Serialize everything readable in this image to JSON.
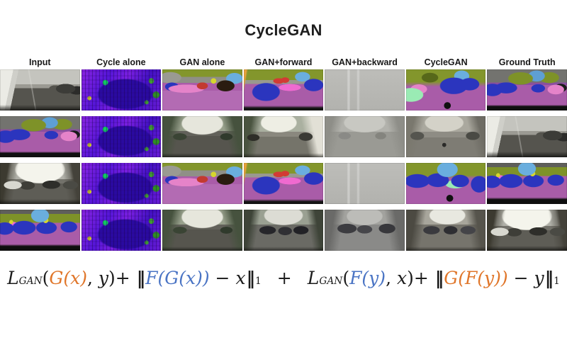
{
  "title": "CycleGAN",
  "columns": [
    "Input",
    "Cycle alone",
    "GAN alone",
    "GAN+forward",
    "GAN+backward",
    "CycleGAN",
    "Ground Truth"
  ],
  "grid": {
    "rows": [
      {
        "cells": [
          {
            "kind": "photo-street-a",
            "desc": "grayscale city street photo, white buildings left, parked cars right"
          },
          {
            "kind": "noise-purple",
            "desc": "noisy purple-blue failure output with green speckles"
          },
          {
            "kind": "seg-gan",
            "desc": "collapsed label map, olive top and magenta road with pink streaks"
          },
          {
            "kind": "seg-ganf",
            "desc": "label map with olive top, blue box, red flecks, magenta road"
          },
          {
            "kind": "gray-blank",
            "desc": "near-uniform gray output"
          },
          {
            "kind": "seg-a-cyc",
            "desc": "label map, olive top, blue cars, mint sidewalk, purple road"
          },
          {
            "kind": "seg-a",
            "desc": "ground-truth label map, olive and gray top, blue cars, purple road, black hood"
          }
        ]
      },
      {
        "cells": [
          {
            "kind": "seg-a",
            "desc": "input label map of street scene A"
          },
          {
            "kind": "noise-purple",
            "desc": "noisy purple-blue failure output"
          },
          {
            "kind": "photo-gan",
            "desc": "generated street photo with trees and gray road"
          },
          {
            "kind": "photo-ganf-a",
            "desc": "generated street photo, bright building right"
          },
          {
            "kind": "photo-gray-a",
            "desc": "washed-out low-contrast gray street photo"
          },
          {
            "kind": "photo-cyc-a",
            "desc": "generated grayish street photo"
          },
          {
            "kind": "photo-street-a",
            "desc": "ground-truth street photo of scene A"
          }
        ]
      },
      {
        "cells": [
          {
            "kind": "photo-street-b",
            "desc": "sunny street photo with cars on both sides"
          },
          {
            "kind": "noise-purple",
            "desc": "noisy purple-blue failure output"
          },
          {
            "kind": "seg-gan",
            "desc": "collapsed label map, magenta dominant"
          },
          {
            "kind": "seg-ganf",
            "desc": "label map with blue box and red flecks"
          },
          {
            "kind": "gray-blank",
            "desc": "near-uniform gray output"
          },
          {
            "kind": "seg-b-cyc",
            "desc": "label map, olive trees, sky patch, blue cars, purple road"
          },
          {
            "kind": "seg-b",
            "desc": "ground-truth label map of street scene B"
          }
        ]
      },
      {
        "cells": [
          {
            "kind": "seg-b",
            "desc": "input label map of street scene B"
          },
          {
            "kind": "noise-purple",
            "desc": "noisy purple-blue failure output"
          },
          {
            "kind": "photo-gan",
            "desc": "generated street photo with trees"
          },
          {
            "kind": "photo-ganf-b",
            "desc": "generated street photo with dark cars"
          },
          {
            "kind": "photo-gray-b",
            "desc": "blurry gray street photo with car blobs"
          },
          {
            "kind": "photo-cyc-b",
            "desc": "generated street photo with cars"
          },
          {
            "kind": "photo-street-b",
            "desc": "ground-truth sunny street photo of scene B"
          }
        ]
      }
    ]
  },
  "formula": {
    "text": "L_GAN(G(x), y)+ ‖F(G(x)) − x‖₁  +  L_GAN(F(y), x)+ ‖G(F(y)) − y‖₁",
    "segments": [
      {
        "t": "L",
        "c": "lvar"
      },
      {
        "t": "GAN",
        "c": "sub"
      },
      {
        "t": "(",
        "c": "up"
      },
      {
        "t": "G(x)",
        "c": "orange"
      },
      {
        "t": ", ",
        "c": "up"
      },
      {
        "t": "y",
        "c": "var"
      },
      {
        "t": ")+ ",
        "c": "up"
      },
      {
        "t": "‖",
        "c": "bars"
      },
      {
        "t": "F(G(x))",
        "c": "blue"
      },
      {
        "t": " − ",
        "c": "op"
      },
      {
        "t": "x",
        "c": "var"
      },
      {
        "t": "‖",
        "c": "bars"
      },
      {
        "t": "1",
        "c": "nsub"
      },
      {
        "t": "+",
        "c": "plus"
      },
      {
        "t": "L",
        "c": "lvar"
      },
      {
        "t": "GAN",
        "c": "sub"
      },
      {
        "t": "(",
        "c": "up"
      },
      {
        "t": "F(y)",
        "c": "blue"
      },
      {
        "t": ", ",
        "c": "up"
      },
      {
        "t": "x",
        "c": "var"
      },
      {
        "t": ")+ ",
        "c": "up"
      },
      {
        "t": "‖",
        "c": "bars"
      },
      {
        "t": "G(F(y))",
        "c": "orange"
      },
      {
        "t": " − ",
        "c": "op"
      },
      {
        "t": "y",
        "c": "var"
      },
      {
        "t": "‖",
        "c": "bars"
      },
      {
        "t": "1",
        "c": "nsub"
      }
    ]
  },
  "colors": {
    "formula_orange": "#E0762A",
    "formula_blue": "#4A74C4",
    "title_text": "#1E1E1E",
    "seg_road_magenta": "#A95CA8",
    "seg_vegetation_olive": "#7E9228",
    "seg_car_blue": "#2B35BE",
    "seg_sky_blue": "#5E9FD4",
    "noise_purple": "#6A1CD8"
  }
}
